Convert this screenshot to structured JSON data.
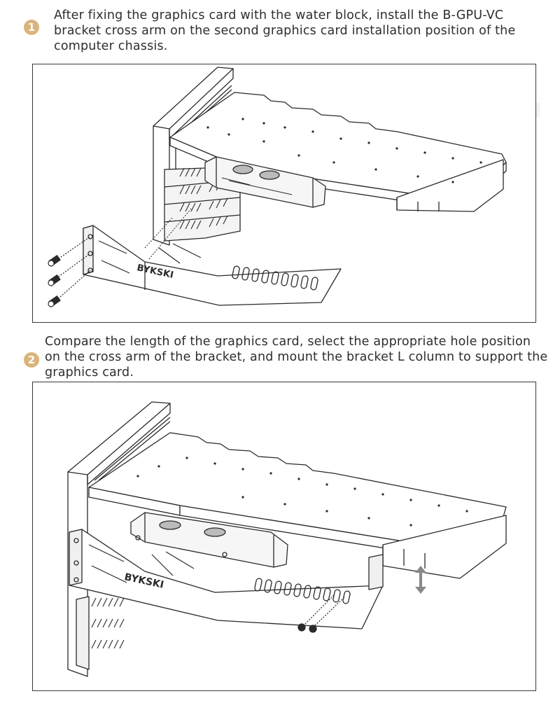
{
  "steps": [
    {
      "number": "1",
      "text": "After fixing the graphics card with the water block, install the B-GPU-VC bracket cross arm on the second graphics card installation position of the computer chassis."
    },
    {
      "number": "2",
      "text": "Compare the length of the graphics card, select the appropriate hole position on the cross arm of the bracket, and mount the bracket L column to support the graphics card."
    }
  ],
  "brand": "BYKSKI",
  "watermark": "BYKSKI",
  "colors": {
    "step_badge": "#d9b47c",
    "line_art": "#2a2a2a",
    "frame": "#3a3a3a",
    "arrow": "#888888"
  }
}
